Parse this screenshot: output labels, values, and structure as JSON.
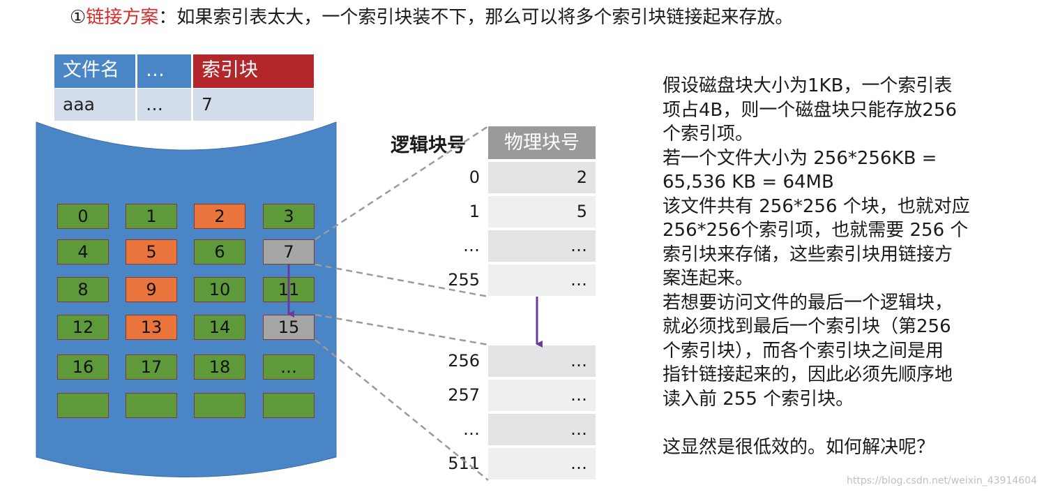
{
  "title": {
    "marker": "①",
    "highlight": "链接方案",
    "rest": "：如果索引表太大，一个索引块装不下，那么可以将多个索引块链接起来存放。"
  },
  "file_table": {
    "headers": [
      "文件名",
      "…",
      "索引块"
    ],
    "row": [
      "aaa",
      "…",
      "7"
    ],
    "colors": {
      "blue": "#4a86c5",
      "red": "#b3272a",
      "cell": "#d2dcea"
    }
  },
  "disk": {
    "color": "#4a86c5",
    "blocks": [
      {
        "label": "0",
        "color": "green"
      },
      {
        "label": "1",
        "color": "green"
      },
      {
        "label": "2",
        "color": "orange"
      },
      {
        "label": "3",
        "color": "green"
      },
      {
        "label": "4",
        "color": "green"
      },
      {
        "label": "5",
        "color": "orange"
      },
      {
        "label": "6",
        "color": "green"
      },
      {
        "label": "7",
        "color": "gray"
      },
      {
        "label": "8",
        "color": "green"
      },
      {
        "label": "9",
        "color": "orange"
      },
      {
        "label": "10",
        "color": "green"
      },
      {
        "label": "11",
        "color": "green"
      },
      {
        "label": "12",
        "color": "green"
      },
      {
        "label": "13",
        "color": "orange"
      },
      {
        "label": "14",
        "color": "green"
      },
      {
        "label": "15",
        "color": "gray"
      },
      {
        "label": "16",
        "color": "green"
      },
      {
        "label": "17",
        "color": "green"
      },
      {
        "label": "18",
        "color": "green"
      },
      {
        "label": "…",
        "color": "green"
      },
      {
        "label": "",
        "color": "green"
      },
      {
        "label": "",
        "color": "green"
      },
      {
        "label": "",
        "color": "green"
      },
      {
        "label": "",
        "color": "green"
      }
    ]
  },
  "index_table": {
    "logical_header": "逻辑块号",
    "physical_header": "物理块号",
    "block1": [
      [
        "0",
        "2"
      ],
      [
        "1",
        "5"
      ],
      [
        "…",
        "…"
      ],
      [
        "255",
        "…"
      ]
    ],
    "block2": [
      [
        "256",
        "…"
      ],
      [
        "257",
        "…"
      ],
      [
        "…",
        "…"
      ],
      [
        "511",
        "…"
      ]
    ]
  },
  "explanation": [
    "假设磁盘块大小为1KB，一个索引表",
    "项占4B，则一个磁盘块只能存放256",
    "个索引项。",
    "若一个文件大小为 256*256KB =",
    "65,536 KB = 64MB",
    "该文件共有 256*256 个块，也就对应",
    "256*256个索引项，也就需要 256 个",
    "索引块来存储，这些索引块用链接方",
    "案连起来。",
    "若想要访问文件的最后一个逻辑块，",
    "就必须找到最后一个索引块（第256",
    "个索引块），而各个索引块之间是用",
    "指针链接起来的，因此必须先顺序地",
    "读入前 255 个索引块。",
    "",
    "这显然是很低效的。如何解决呢？"
  ],
  "watermark": "https://blog.csdn.net/weixin_43914604",
  "colors": {
    "green": "#5e9a3a",
    "orange": "#e9753d",
    "gray": "#a6a6a6",
    "arrow": "#6a3aa0"
  }
}
